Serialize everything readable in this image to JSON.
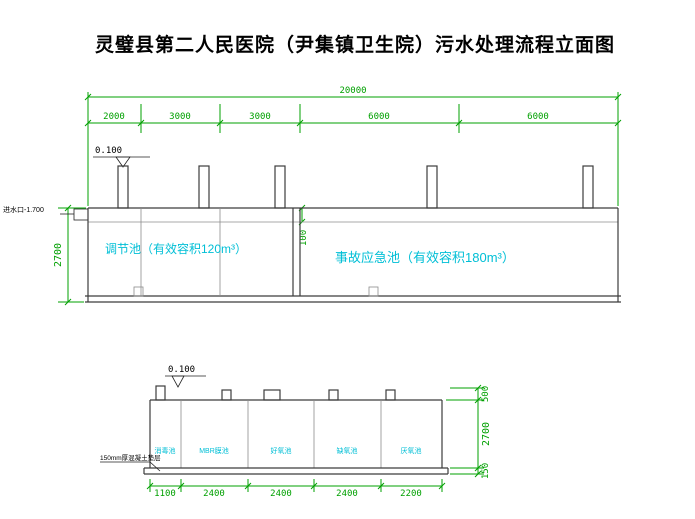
{
  "title": "灵璧县第二人民医院（尹集镇卫生院）污水处理流程立面图",
  "colors": {
    "dimension_green": "#00A000",
    "tank_label_cyan": "#00BFD6",
    "outline_gray": "#3C3C3C",
    "background": "#FFFFFF"
  },
  "upper_view": {
    "total_dim": "20000",
    "segment_dims": [
      "2000",
      "3000",
      "3000",
      "6000",
      "6000"
    ],
    "elevation_mark": "0.100",
    "inlet_label": "进水口-1.700",
    "left_height_dim": "2700",
    "wall_gap_dim": "100",
    "tank_labels": [
      "调节池（有效容积120m³）",
      "事故应急池（有效容积180m³）"
    ]
  },
  "lower_view": {
    "elevation_mark": "0.100",
    "slab_note": "150mm厚混凝土垫层",
    "compartment_labels": [
      "消毒池",
      "MBR膜池",
      "好氧池",
      "缺氧池",
      "厌氧池"
    ],
    "bottom_dims": [
      "1100",
      "2400",
      "2400",
      "2400",
      "2200"
    ],
    "right_dims": [
      "500",
      "2700",
      "150"
    ]
  }
}
